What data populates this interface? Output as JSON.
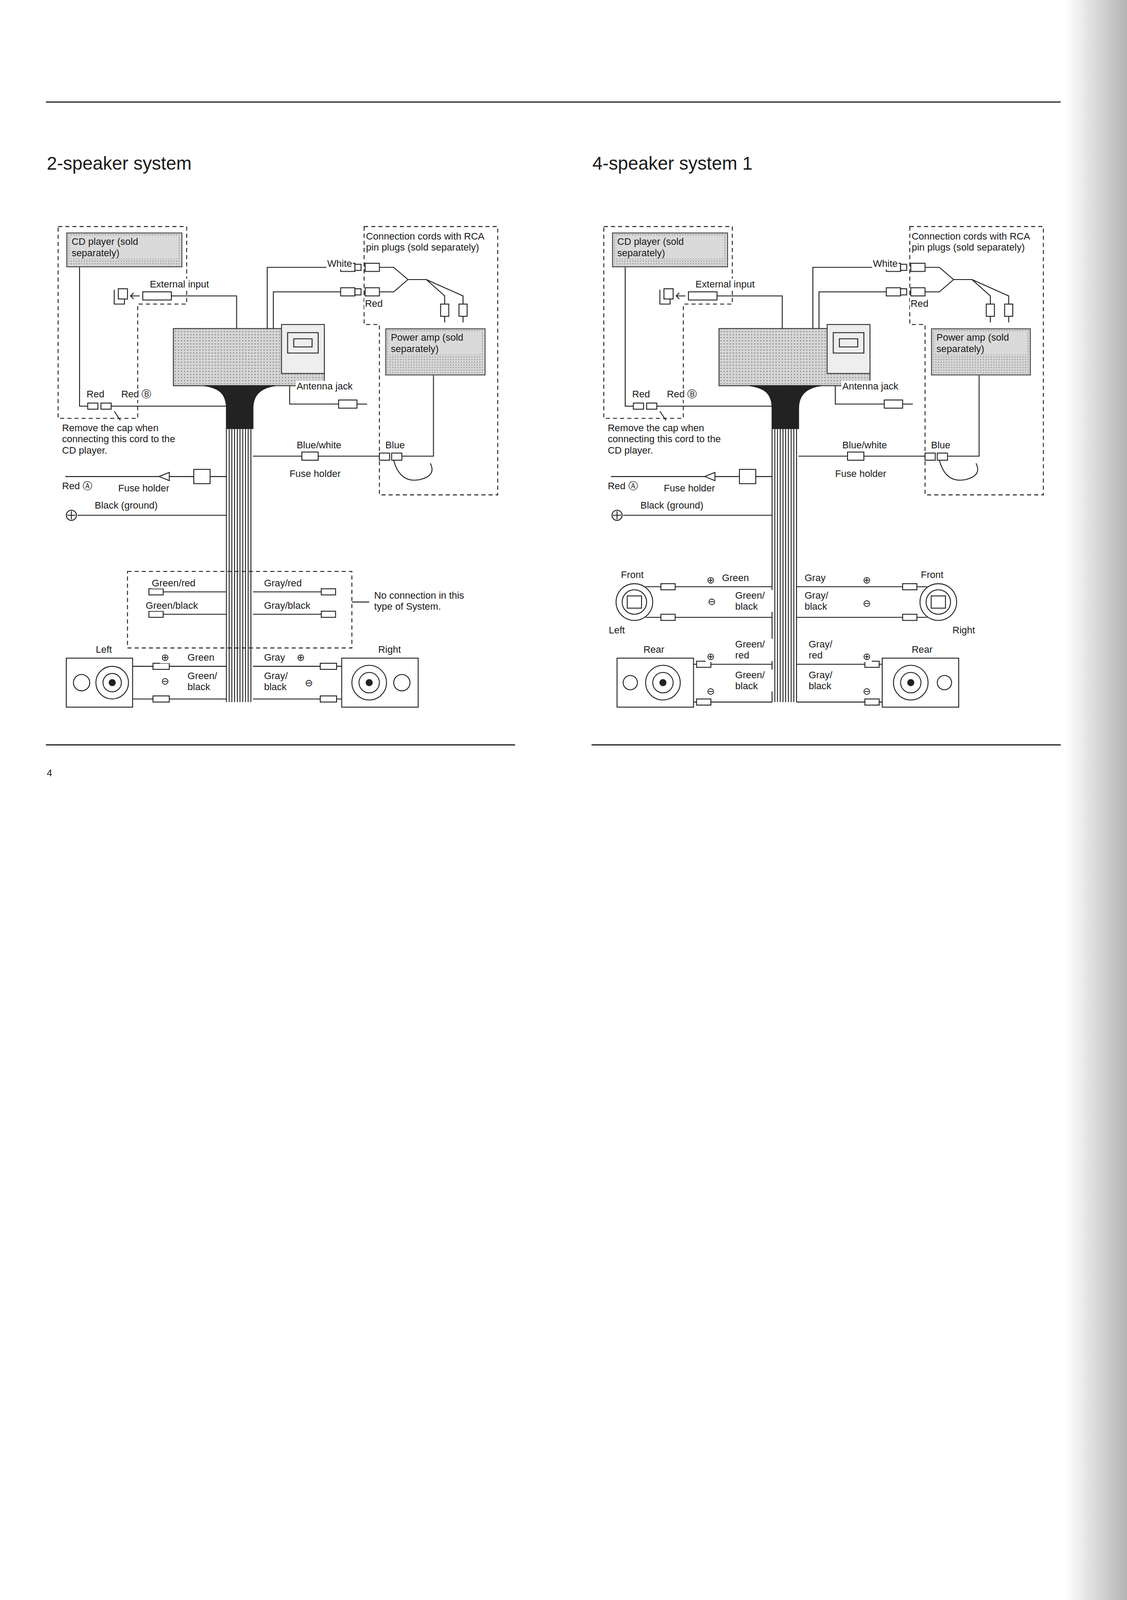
{
  "diagram": {
    "nodes": [
      {
        "text": [
          "CD player (sold separately)"
        ]
      },
      {
        "text": [
          "Power amp (sold separately)"
        ]
      },
      {
        "text": [
          "CD player (sold separately)"
        ]
      },
      {
        "text": [
          "Power amp (sold separately)"
        ]
      }
    ],
    "labels": [
      "2-speaker system",
      "Connection cords with RCA pin plugs (sold separately)",
      "White",
      "Red",
      "External input",
      "Red",
      "Red Ⓑ",
      "Antenna jack",
      "Remove the cap when connecting this cord to the CD player.",
      "Blue/white",
      "Blue",
      "Red Ⓐ",
      "Fuse holder",
      "Fuse holder",
      "Black (ground)",
      "Green/red",
      "Gray/red",
      "Green/black",
      "Gray/black",
      "No connection in this type of System.",
      "Left",
      "Right",
      "⊕",
      "Green",
      "Gray",
      "⊕",
      "⊖",
      "Green/ black",
      "Gray/ black",
      "⊖",
      "4",
      "4-speaker system 1",
      "Connection cords with RCA pin plugs (sold separately)",
      "White",
      "Red",
      "External input",
      "Red",
      "Red Ⓑ",
      "Antenna jack",
      "Remove the cap when connecting this cord to the CD player.",
      "Blue/white",
      "Blue",
      "Red Ⓐ",
      "Fuse holder",
      "Fuse holder",
      "Black (ground)",
      "Front",
      "⊕",
      "Green",
      "Gray",
      "⊕",
      "Front",
      "⊖",
      "Green/ black",
      "Gray/ black",
      "⊖",
      "Left",
      "Right",
      "Rear",
      "Green/ red",
      "Gray/ red",
      "Rear",
      "⊕",
      "⊕",
      "Green/ black",
      "Gray/ black",
      "⊖",
      "⊖"
    ]
  }
}
